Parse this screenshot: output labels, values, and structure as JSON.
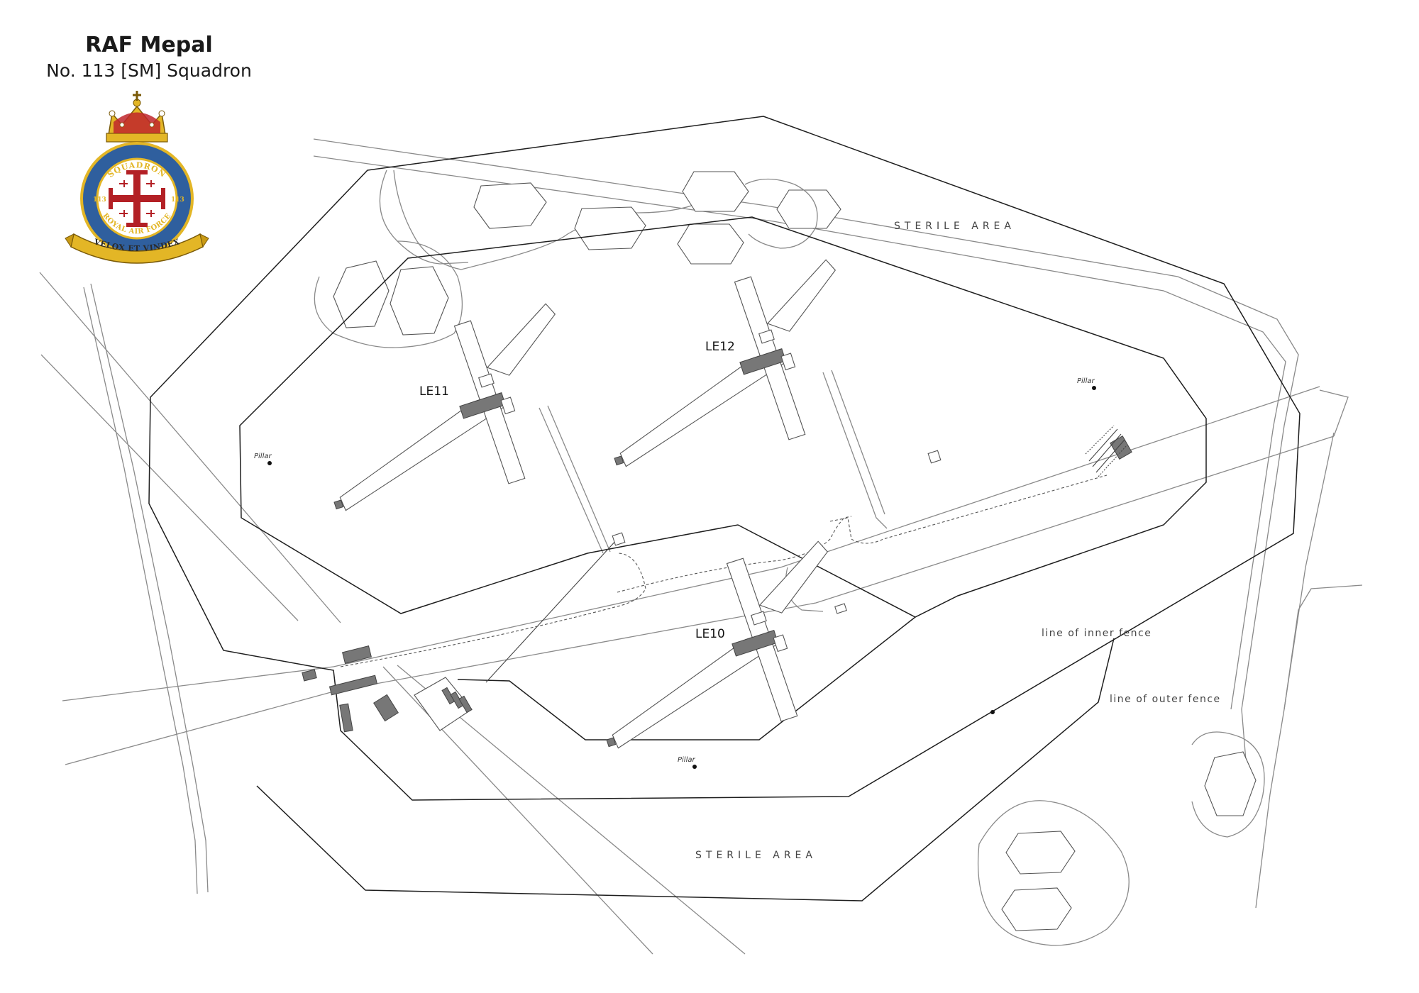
{
  "title": "RAF Mepal",
  "subtitle": "No. 113 [SM] Squadron",
  "crest": {
    "outer_ring_top": "SQUADRON",
    "number_left": "113",
    "number_right": "113",
    "ring_bottom": "ROYAL AIR FORCE",
    "motto": "VELOX ET VINDEX",
    "colors": {
      "ring": "#2f5f9e",
      "gold": "#e3b626",
      "red": "#c0262b",
      "cross": "#b32025"
    }
  },
  "labels": {
    "sterile_area_top": "STERILE AREA",
    "sterile_area_bottom": "STERILE AREA",
    "inner_fence": "line of inner fence",
    "outer_fence": "line of outer fence"
  },
  "sites": [
    {
      "id": "LE11",
      "label": "LE11"
    },
    {
      "id": "LE12",
      "label": "LE12"
    },
    {
      "id": "LE10",
      "label": "LE10"
    }
  ],
  "pillars": [
    {
      "label": "Pillar"
    },
    {
      "label": "Pillar"
    },
    {
      "label": "Pillar"
    }
  ],
  "colors": {
    "road": "#8a8a8a",
    "fence": "#1e1e1e",
    "building": "#777777"
  }
}
